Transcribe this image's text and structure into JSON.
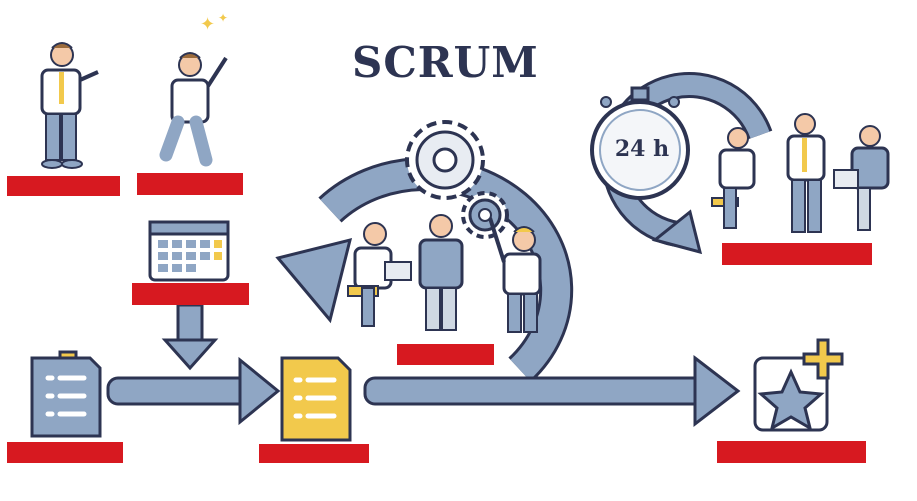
{
  "title": "SCRUM",
  "timer_label": "24 h",
  "colors": {
    "arrow": "#8fa6c4",
    "outline": "#2d3452",
    "label_bar": "#d71920",
    "accent_yellow": "#f2c94c",
    "doc_blue": "#8fa6c4"
  },
  "icons": [
    "product-owner-figure",
    "scrum-master-figure",
    "calendar-icon",
    "product-backlog-icon",
    "sprint-backlog-icon",
    "gears-icon",
    "stopwatch-icon",
    "increment-star-icon",
    "team-figures"
  ]
}
